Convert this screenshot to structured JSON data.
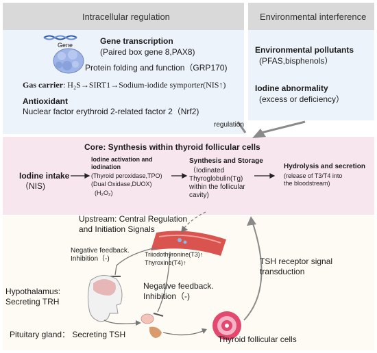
{
  "headers": {
    "intracellular": "Intracellular regulation",
    "environmental": "Environmental interference"
  },
  "intracellular": {
    "gene_icon_label": "Gene",
    "gene_transcription_title": "Gene transcription",
    "gene_transcription_detail": "(Paired box gene 8,PAX8)",
    "protein_folding": "Protein folding and function（GRP170)",
    "gas_carrier_label": "Gas carrier",
    "gas_carrier_detail": ": H₂S→SIRT1→Sodium-iodide symporter(NIS↑)",
    "antioxidant_title": "Antioxidant",
    "antioxidant_detail": "Nuclear factor erythroid 2-related factor 2（Nrf2)"
  },
  "environmental": {
    "pollutants_title": "Environmental pollutants",
    "pollutants_detail": "(PFAS,bisphenols）",
    "iodine_title": "Iodine abnormality",
    "iodine_detail": "(excess or deficiency）"
  },
  "regulation_label": "regulation",
  "core": {
    "title": "Core: Synthesis within thyroid follicular cells",
    "step1_title": "Iodine intake",
    "step1_detail": "（NIS)",
    "step2_title_1": "Iodine activation and",
    "step2_title_2": "iodination",
    "step2_line1": "(Thyroid peroxidase,TPO)",
    "step2_line2": "(Dual Oxidase,DUOX)",
    "step2_line3": "(H₂O₂)",
    "step3_title": "Synthesis and Storage",
    "step3_line1": "（Iodinated",
    "step3_line2": "Thyroglobulin(Tg)",
    "step3_line3": "within the follicular",
    "step3_line4": "cavity)",
    "step4_title": "Hydrolysis and secretion",
    "step4_line1": "(release of T3/T4 into",
    "step4_line2": "the bloodstream)"
  },
  "lower": {
    "upstream_line1": "Upstream: Central Regulation",
    "upstream_line2": "and Initiation Signals",
    "neg_feedback_left_1": "Negative feedback.",
    "neg_feedback_left_2": "Inhibition（-)",
    "t3_label": "Triiodothyronine(T3)↑",
    "t4_label": "Thyroxine(T4)↑",
    "neg_feedback_mid_1": "Negative feedback.",
    "neg_feedback_mid_2": "Inhibition（-)",
    "tsh_receptor_1": "TSH receptor signal",
    "tsh_receptor_2": "transduction",
    "hypothalamus_1": "Hypothalamus:",
    "hypothalamus_2": "Secreting TRH",
    "pituitary": "Pituitary gland： Secreting TSH",
    "follicular_cells": "Thyroid follicular cells"
  },
  "colors": {
    "top_panel": "#edf3fb",
    "header_band": "#d9d9d9",
    "core_panel": "#f8e6ef",
    "lower_panel": "#fdfbf3",
    "arrow_gray": "#8a8a8a"
  }
}
